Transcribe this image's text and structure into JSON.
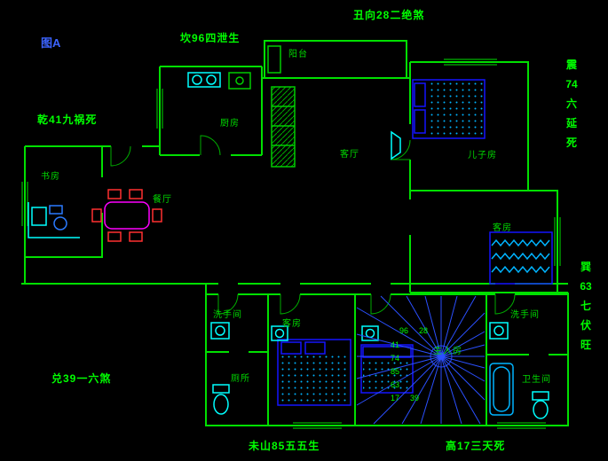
{
  "figure": {
    "label": "图A"
  },
  "annotations": {
    "top": "丑向28二绝煞",
    "kan": "坎96四泄生",
    "qian": "乾41九祸死",
    "dui": "兑39一六煞",
    "wei": "未山85五五生",
    "gao": "高17三天死",
    "zhen_lines": [
      "震",
      "74",
      "六",
      "延",
      "死"
    ],
    "xun_lines": [
      "巽",
      "63",
      "七",
      "伏",
      "旺"
    ]
  },
  "rooms": {
    "balcony": "阳台",
    "kitchen": "厨房",
    "living": "客厅",
    "dining": "餐厅",
    "study": "书房",
    "son": "儿子房",
    "guest": "客房",
    "bath_left": "洗手间",
    "bedroom": "客房",
    "master": "主人房",
    "bath_right": "洗手间",
    "toilet": "厕所",
    "bathroom": "卫生间"
  },
  "stair_numbers": [
    "96",
    "28",
    "41",
    "74",
    "85",
    "63",
    "17",
    "39"
  ],
  "colors": {
    "background": "#000000",
    "wall_green": "#00e000",
    "text_green": "#00ff00",
    "room_green": "#00d800",
    "furniture_blue": "#1414ff",
    "furniture_cyan": "#00ffff",
    "dots_cyan": "#00b4ff",
    "table_magenta": "#ff00ff",
    "chair_red": "#ff3030",
    "figure_blue": "#3c64ff",
    "fan_blue": "#2b50ff"
  }
}
